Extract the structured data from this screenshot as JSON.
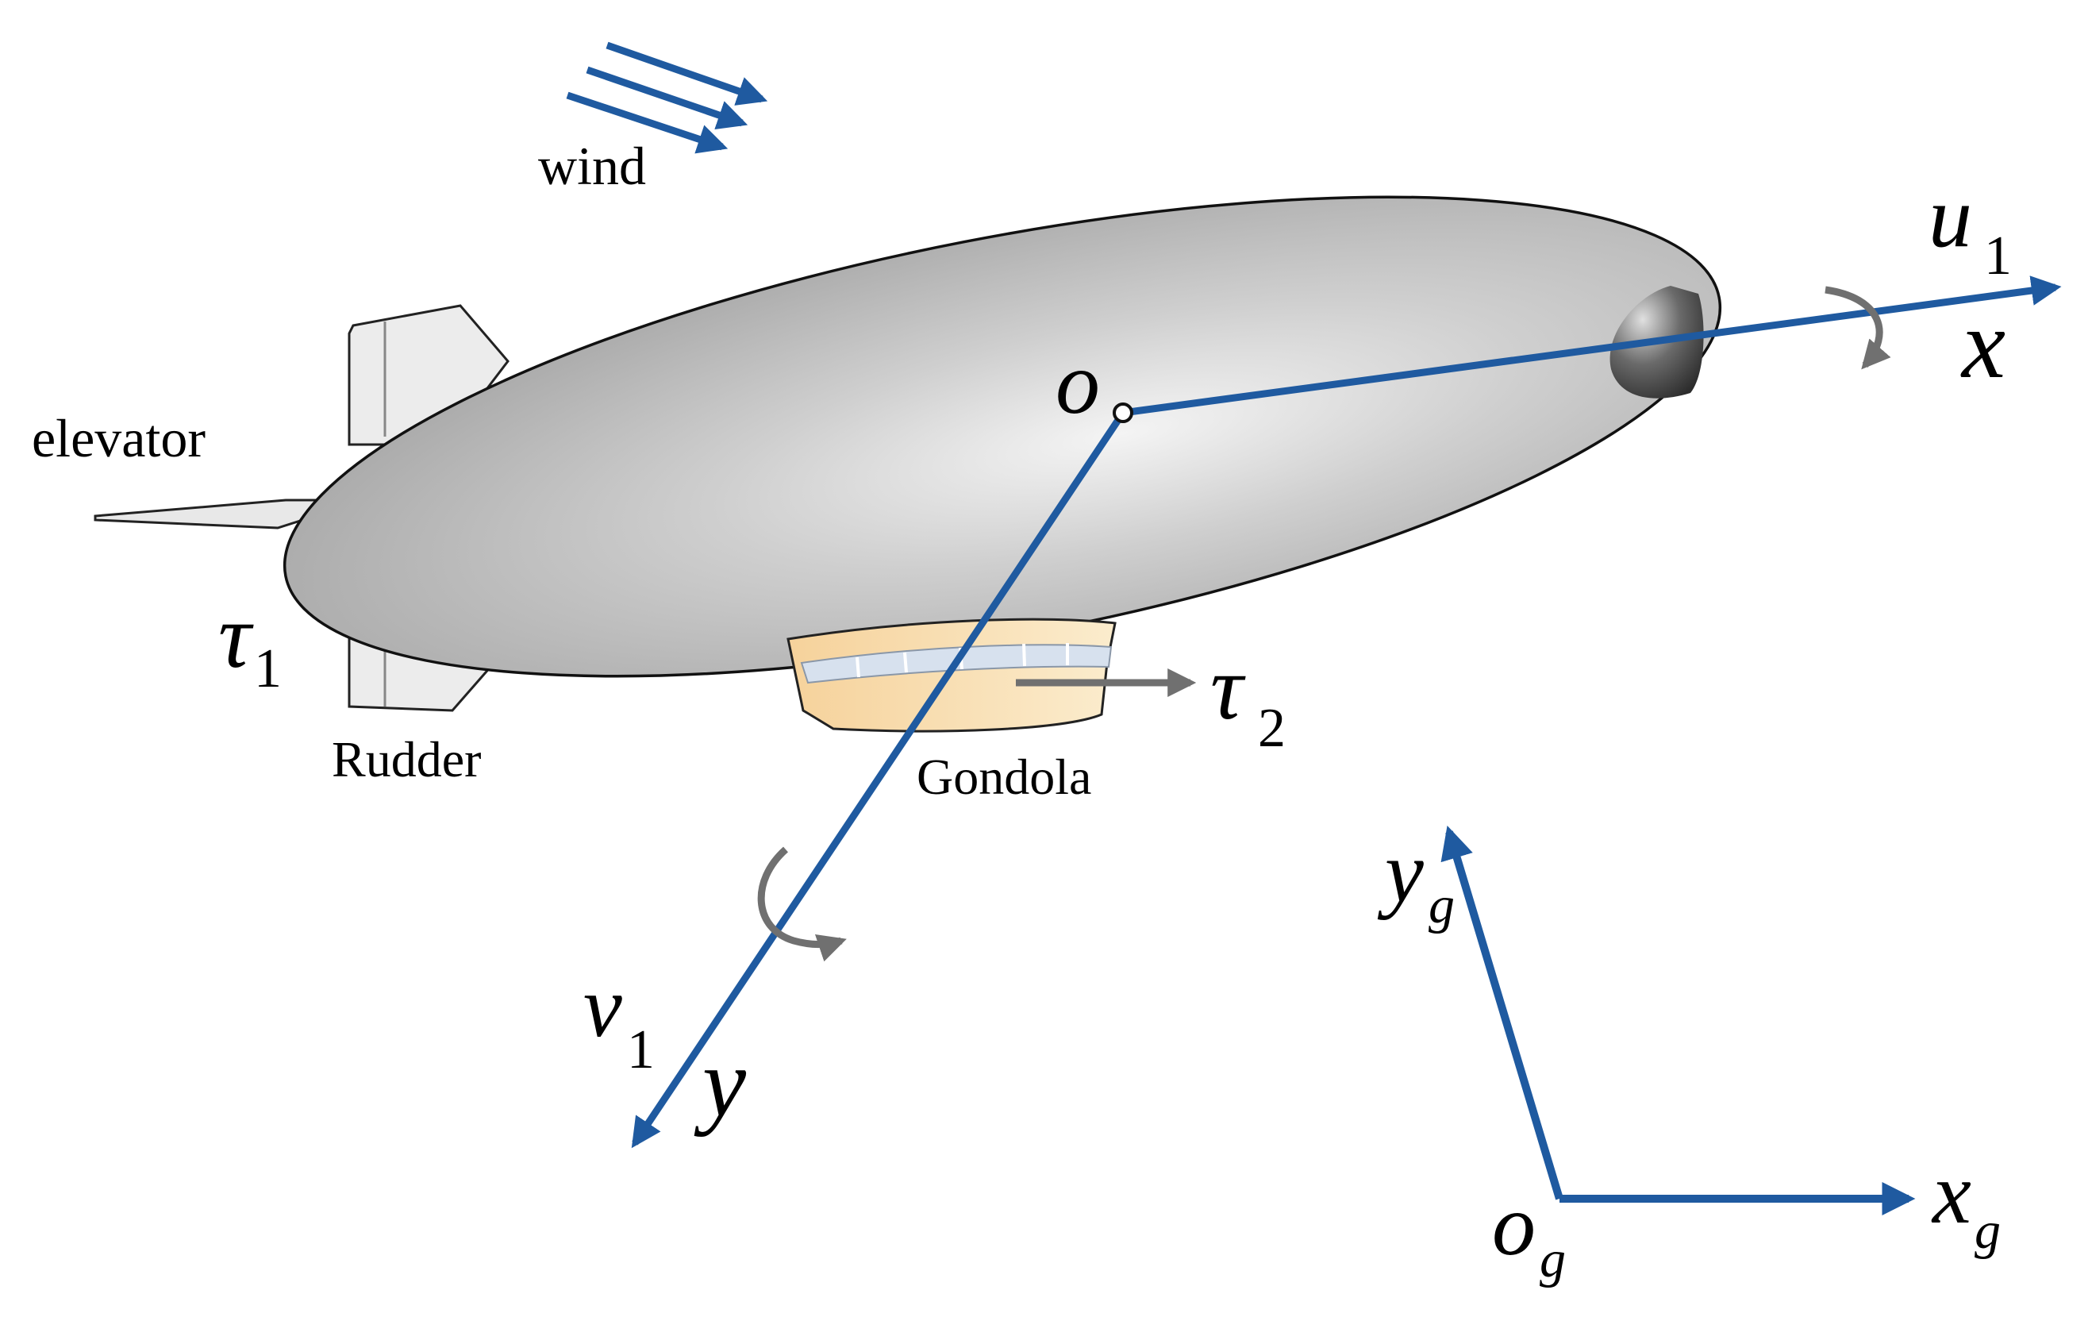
{
  "colors": {
    "axis_blue": "#1f5aa0",
    "torque_gray": "#707070",
    "hull_gray": "#c4c4c4",
    "gondola_peach": "#f7dcad",
    "window_blue": "#d7e1ee"
  },
  "labels": {
    "wind": "wind",
    "elevator": "elevator",
    "rudder": "Rudder",
    "gondola": "Gondola",
    "origin_o": "o",
    "axis_x": "x",
    "axis_y": "y",
    "u": "u",
    "u_sub": "1",
    "v": "v",
    "v_sub": "1",
    "tau1": "τ",
    "tau1_sub": "1",
    "tau2": "τ",
    "tau2_sub": "2",
    "og": "o",
    "og_sub": "g",
    "xg": "x",
    "xg_sub": "g",
    "yg": "y",
    "yg_sub": "g"
  }
}
